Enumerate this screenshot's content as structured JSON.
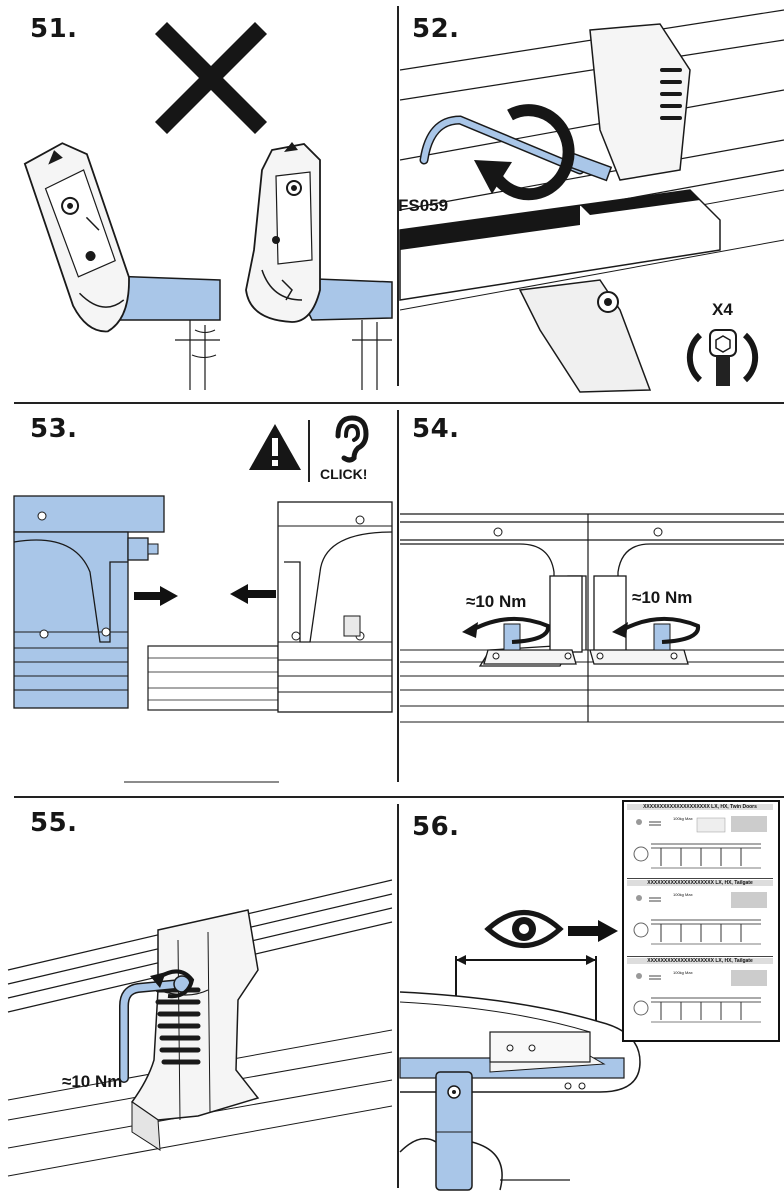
{
  "steps": [
    {
      "number": "51."
    },
    {
      "number": "52."
    },
    {
      "number": "53."
    },
    {
      "number": "54."
    },
    {
      "number": "55."
    },
    {
      "number": "56."
    }
  ],
  "callouts": {
    "part_code": "FS059",
    "bolt_count": "X4",
    "click_sound": "CLICK!",
    "torque": "≈10 Nm"
  },
  "load_chart": {
    "panels": [
      {
        "title": "XXXXXXXXXXXXXXXXXXXX LX, HX, Twin Doors",
        "max_load": "100kg Max"
      },
      {
        "title": "XXXXXXXXXXXXXXXXXXXX LX, HX, Tailgate",
        "max_load": "100kg Max"
      },
      {
        "title": "XXXXXXXXXXXXXXXXXXXX LX, HX, Tailgate",
        "max_load": "100kg Max"
      }
    ]
  },
  "colors": {
    "rail_blue": "#a9c6e8",
    "line": "#1a1a1a",
    "arrow": "#111111"
  },
  "icons": [
    "cross-icon",
    "rotation-arrow-icon",
    "warning-icon",
    "ear-icon",
    "arrow-right-icon",
    "arrow-left-icon",
    "eye-icon",
    "bolt-icon"
  ]
}
